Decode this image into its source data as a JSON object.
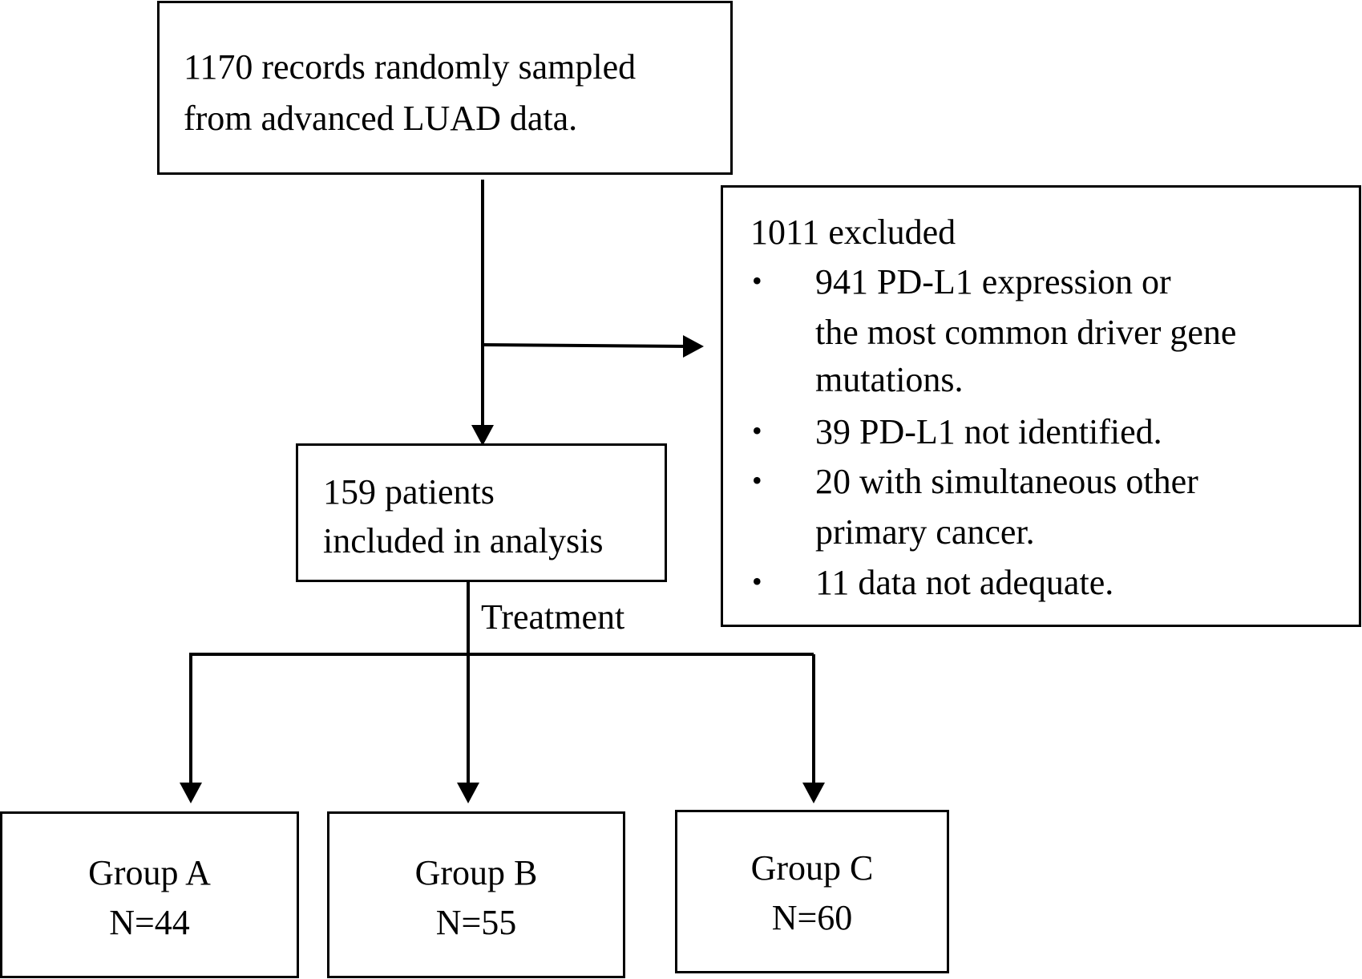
{
  "start_box": {
    "lines": [
      "1170 records randomly sampled",
      "from advanced LUAD data."
    ]
  },
  "excluded_box": {
    "title": "1011 excluded",
    "bullet_symbol": "•",
    "items": [
      {
        "lines": [
          "941 PD-L1 expression or",
          "the most common driver gene",
          "mutations."
        ]
      },
      {
        "lines": [
          "39 PD-L1 not identified."
        ]
      },
      {
        "lines": [
          "20 with simultaneous other",
          "primary cancer."
        ]
      },
      {
        "lines": [
          "11 data not adequate."
        ]
      }
    ]
  },
  "included_box": {
    "lines": [
      "159 patients",
      "included in analysis"
    ]
  },
  "split_label": "Treatment",
  "groups": [
    {
      "name": "Group A",
      "count": "N=44"
    },
    {
      "name": "Group B",
      "count": "N=55"
    },
    {
      "name": "Group C",
      "count": "N=60"
    }
  ],
  "colors": {
    "line": "#000000",
    "background": "#ffffff"
  }
}
